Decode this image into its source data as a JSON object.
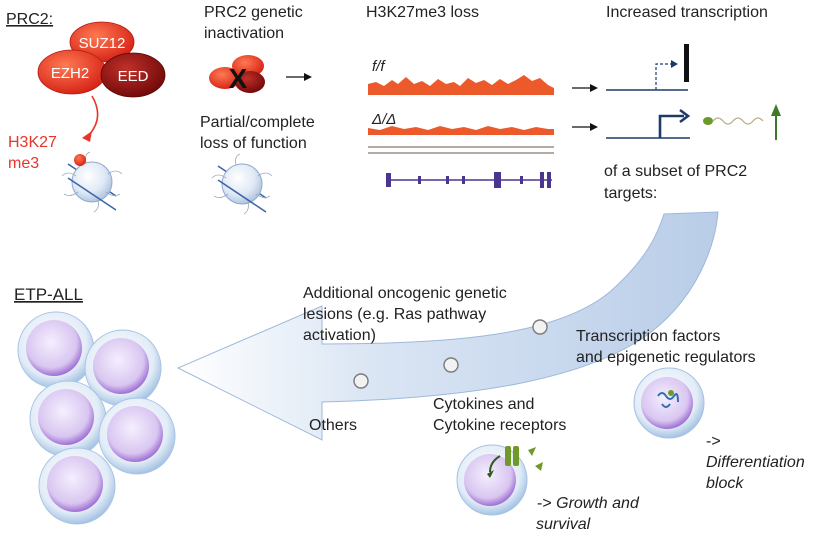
{
  "prc2": {
    "heading": "PRC2:",
    "subunits": {
      "suz12": "SUZ12",
      "ezh2": "EZH2",
      "eed": "EED"
    },
    "mark_line1": "H3K27",
    "mark_line2": "me3"
  },
  "inactivation": {
    "title_line1": "PRC2 genetic",
    "title_line2": "inactivation",
    "x_mark": "X",
    "caption_line1": "Partial/complete",
    "caption_line2": "loss of function"
  },
  "h3k27_loss": {
    "title": "H3K27me3 loss",
    "track_ff": "f/f",
    "track_dd": "Δ/Δ"
  },
  "transcription": {
    "title": "Increased transcription",
    "caption_line1": "of a subset of PRC2",
    "caption_line2": "targets:"
  },
  "etp": {
    "heading": "ETP-ALL"
  },
  "arrow_labels": {
    "lesions_line1": "Additional oncogenic genetic",
    "lesions_line2": "lesions (e.g. Ras pathway",
    "lesions_line3": "activation)",
    "others": "Others",
    "cytokines_line1": "Cytokines and",
    "cytokines_line2": "Cytokine receptors",
    "tf_line1": "Transcription factors",
    "tf_line2": "and epigenetic regulators"
  },
  "outcomes": {
    "growth_prefix": "-> ",
    "growth_line1": "Growth and",
    "growth_line2": "survival",
    "diff_prefix": "->",
    "diff_line1": "Differentiation",
    "diff_line2": "block"
  },
  "colors": {
    "prc2_red": "#e8342a",
    "eed_dark_red": "#8e1010",
    "track_orange": "#ec5a2c",
    "gene_purple": "#4b3591",
    "arrow_blue": "#c9d9ee",
    "promoter_navy": "#1d3a6b",
    "up_arrow_green": "#3c7a2a"
  },
  "icons": [
    "nucleosome-icon",
    "cell-icon",
    "receptor-icon",
    "transcript-icon",
    "up-arrow-icon"
  ]
}
